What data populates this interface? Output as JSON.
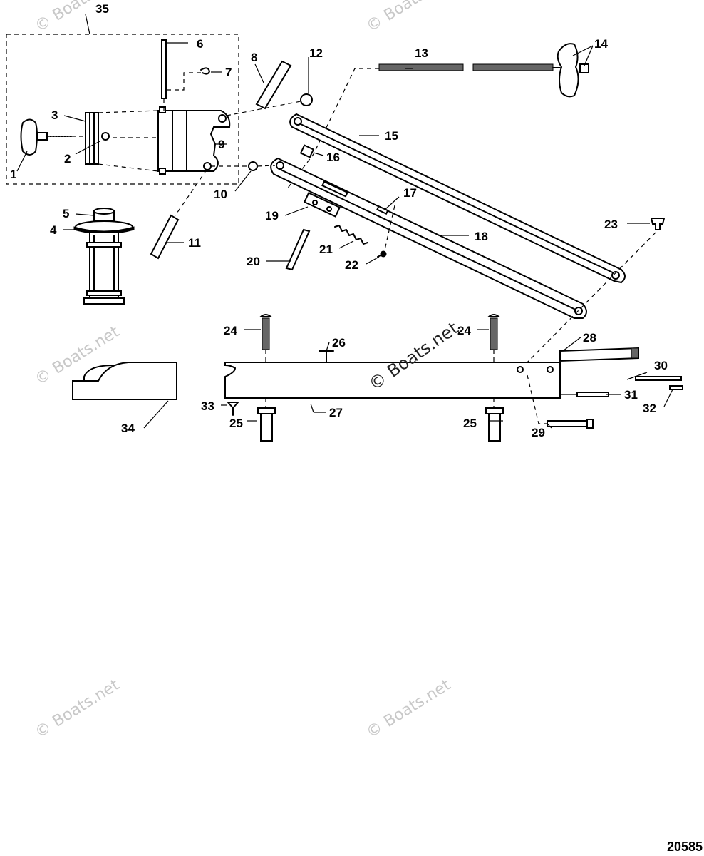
{
  "diagram": {
    "figure_id": "20585",
    "watermark_text": "© Boats.net",
    "callouts": {
      "c1": "1",
      "c2": "2",
      "c3": "3",
      "c4": "4",
      "c5": "5",
      "c6": "6",
      "c7": "7",
      "c8": "8",
      "c9": "9",
      "c10": "10",
      "c11": "11",
      "c12": "12",
      "c13": "13",
      "c14": "14",
      "c15": "15",
      "c16": "16",
      "c17": "17",
      "c18": "18",
      "c19": "19",
      "c20": "20",
      "c21": "21",
      "c22": "22",
      "c23": "23",
      "c24": "24",
      "c25": "25",
      "c26": "26",
      "c27": "27",
      "c28": "28",
      "c29": "29",
      "c30": "30",
      "c31": "31",
      "c32": "32",
      "c33": "33",
      "c34": "34",
      "c35": "35"
    }
  }
}
